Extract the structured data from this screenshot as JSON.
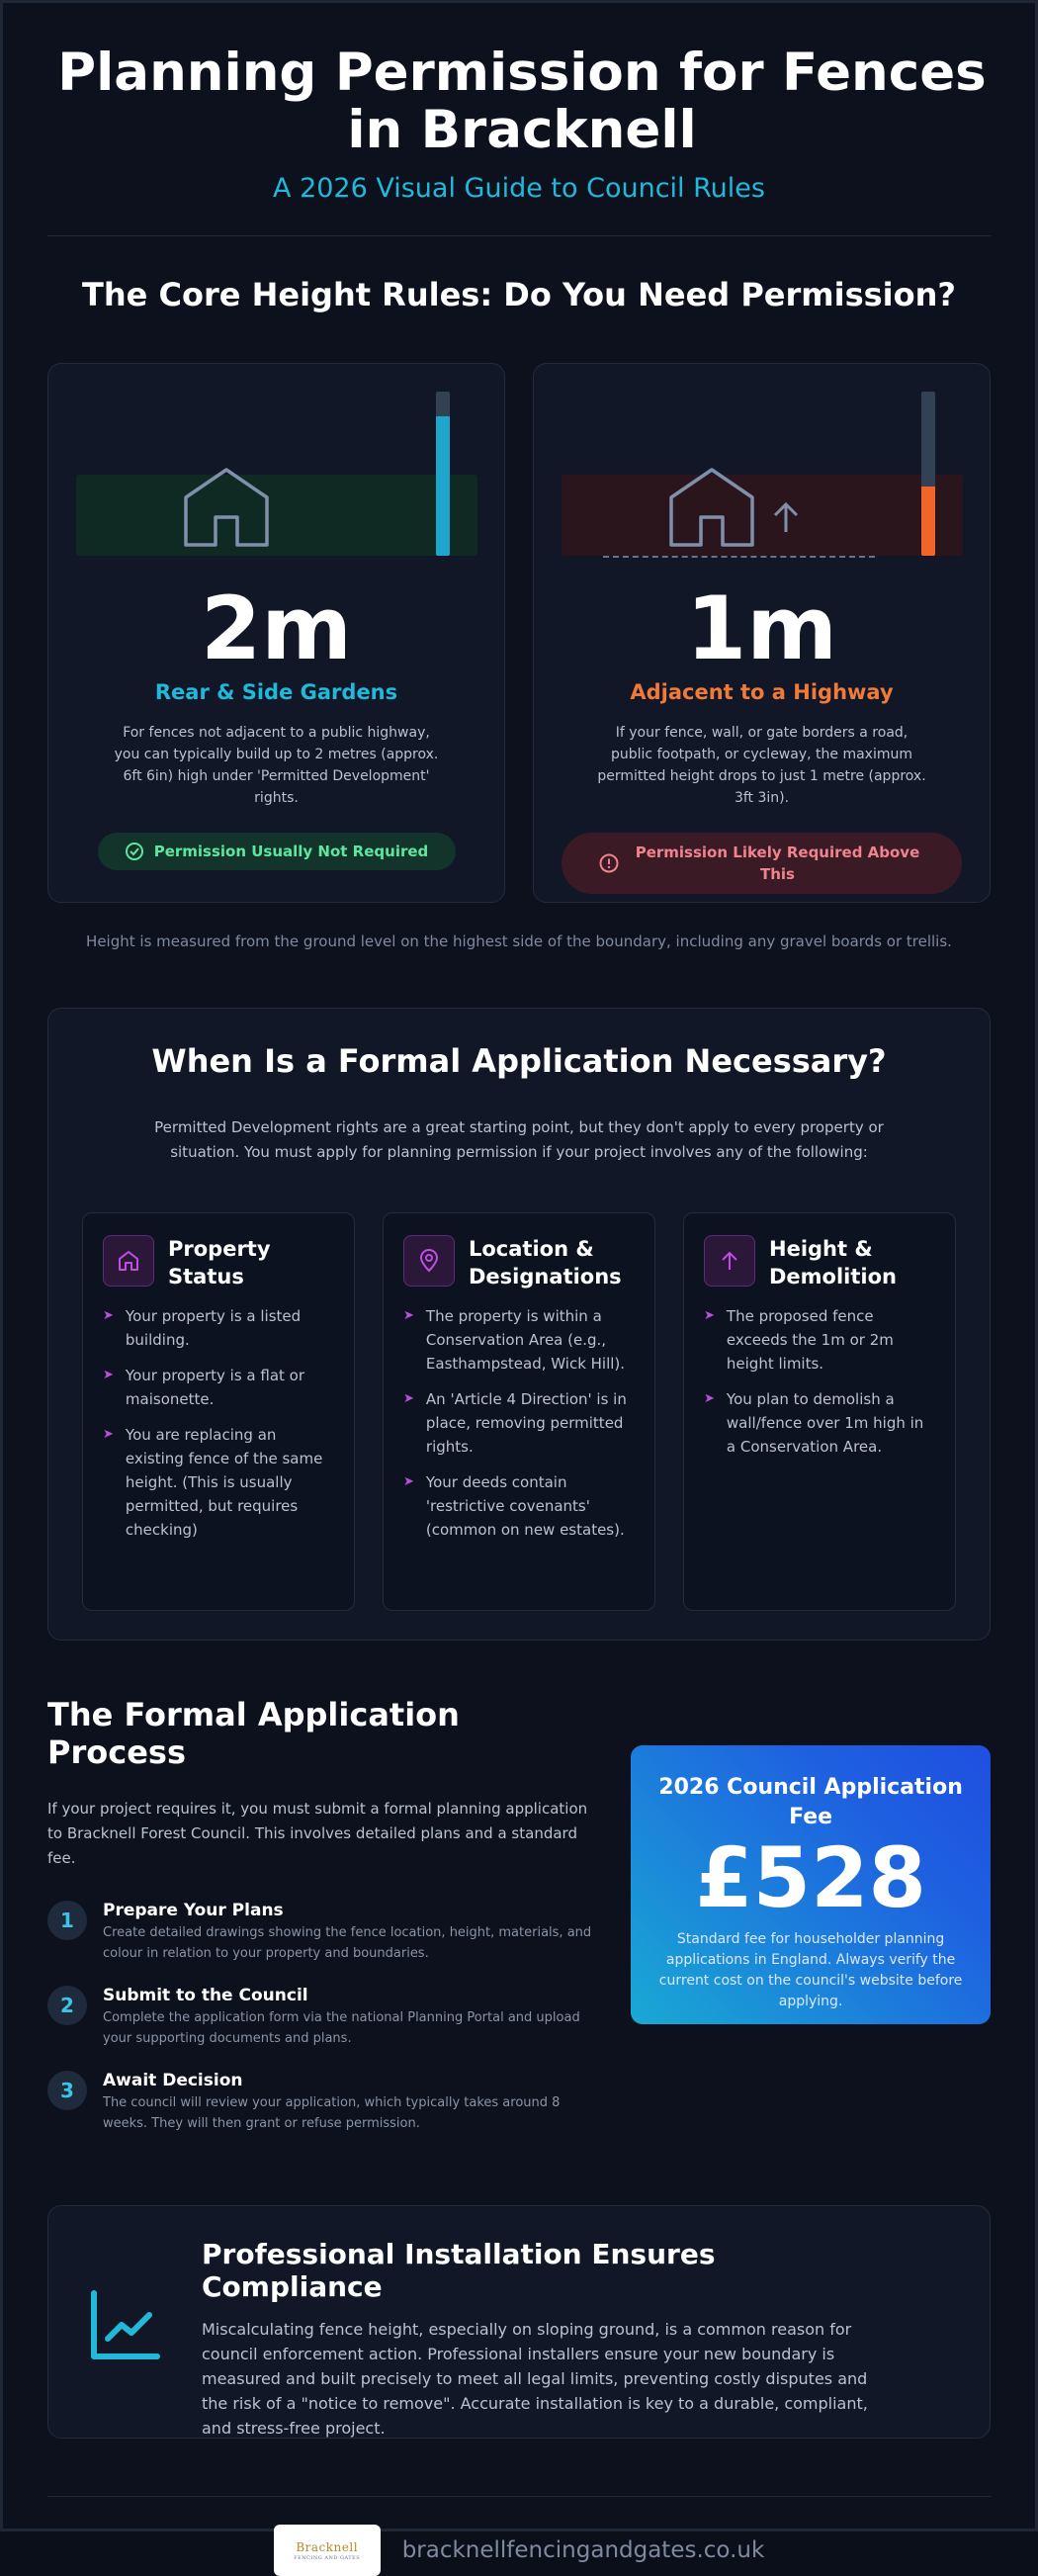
{
  "header": {
    "title": "Planning Permission for Fences in Bracknell",
    "subtitle": "A 2026 Visual Guide to Council Rules"
  },
  "height_rules": {
    "title": "The Core Height Rules: Do You Need Permission?",
    "cards": [
      {
        "value": "2m",
        "heading": "Rear & Side Gardens",
        "text": "For fences not adjacent to a public highway, you can typically build up to 2 metres (approx. 6ft 6in) high under 'Permitted Development' rights.",
        "badge": "Permission Usually Not Required",
        "meter_fraction": 0.85
      },
      {
        "value": "1m",
        "heading": "Adjacent to a Highway",
        "text": "If your fence, wall, or gate borders a road, public footpath, or cycleway, the maximum permitted height drops to just 1 metre (approx. 3ft 3in).",
        "badge": "Permission Likely Required Above This",
        "meter_fraction": 0.42
      }
    ],
    "note": "Height is measured from the ground level on the highest side of the boundary, including any gravel boards or trellis."
  },
  "application": {
    "title": "When Is a Formal Application Necessary?",
    "intro": "Permitted Development rights are a great starting point, but they don't apply to every property or situation. You must apply for planning permission if your project involves any of the following:",
    "columns": [
      {
        "heading": "Property Status",
        "icon": "home-icon",
        "items": [
          "Your property is a listed building.",
          "Your property is a flat or maisonette.",
          "You are replacing an existing fence of the same height. (This is usually permitted, but requires checking)"
        ]
      },
      {
        "heading": "Location & Designations",
        "icon": "map-pin-icon",
        "items": [
          "The property is within a Conservation Area (e.g., Easthampstead, Wick Hill).",
          "An 'Article 4 Direction' is in place, removing permitted rights.",
          "Your deeds contain 'restrictive covenants' (common on new estates)."
        ]
      },
      {
        "heading": "Height & Demolition",
        "icon": "arrow-up-icon",
        "items": [
          "The proposed fence exceeds the 1m or 2m height limits.",
          "You plan to demolish a wall/fence over 1m high in a Conservation Area."
        ]
      }
    ]
  },
  "process": {
    "title": "The Formal Application Process",
    "lead": "If your project requires it, you must submit a formal planning application to Bracknell Forest Council. This involves detailed plans and a standard fee.",
    "steps": [
      {
        "number": "1",
        "heading": "Prepare Your Plans",
        "text": "Create detailed drawings showing the fence location, height, materials, and colour in relation to your property and boundaries."
      },
      {
        "number": "2",
        "heading": "Submit to the Council",
        "text": "Complete the application form via the national Planning Portal and upload your supporting documents and plans."
      },
      {
        "number": "3",
        "heading": "Await Decision",
        "text": "The council will review your application, which typically takes around 8 weeks. They will then grant or refuse permission."
      }
    ],
    "fee": {
      "heading": "2026 Council Application Fee",
      "amount": "£528",
      "text": "Standard fee for householder planning applications in England. Always verify the current cost on the council's website before applying."
    }
  },
  "compliance": {
    "title": "Professional Installation Ensures Compliance",
    "text": "Miscalculating fence height, especially on sloping ground, is a common reason for council enforcement action. Professional installers ensure your new boundary is measured and built precisely to meet all legal limits, preventing costly disputes and the risk of a \"notice to remove\". Accurate installation is key to a durable, compliant, and stress-free project."
  },
  "footer": {
    "logo_line1": "Bracknell",
    "logo_line2": "FENCING AND GATES",
    "url": "bracknellfencingandgates.co.uk"
  },
  "colors": {
    "accent_cyan": "#22b8d9",
    "accent_orange": "#f07a3a",
    "accent_green": "#5ee6a0",
    "accent_red": "#f0848c",
    "accent_purple": "#c04ee0"
  }
}
